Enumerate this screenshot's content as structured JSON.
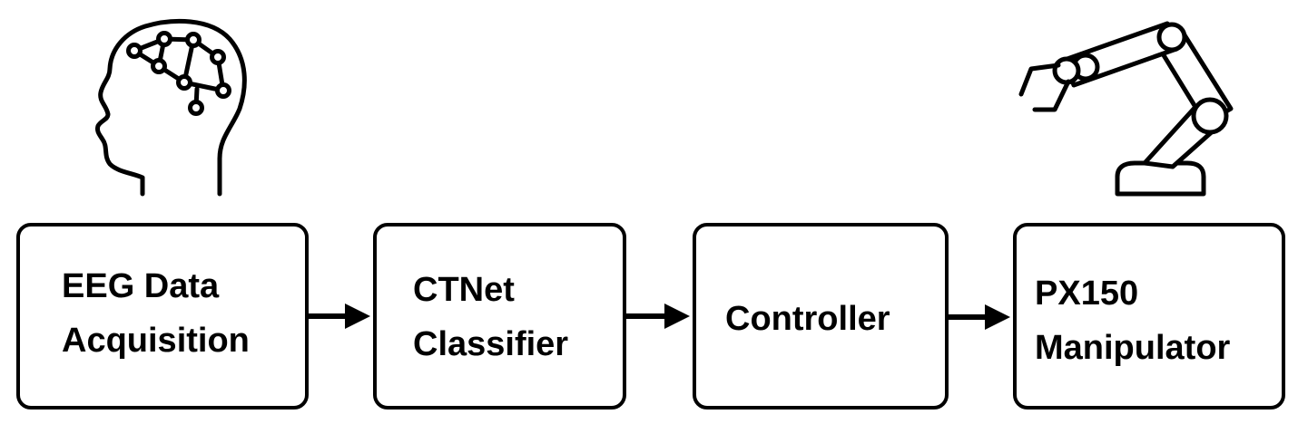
{
  "diagram": {
    "blocks": [
      {
        "lines": [
          "EEG Data",
          "Acquisition"
        ]
      },
      {
        "lines": [
          "CTNet",
          "Classifier"
        ]
      },
      {
        "lines": [
          "Controller"
        ]
      },
      {
        "lines": [
          "PX150",
          "Manipulator"
        ]
      }
    ],
    "icons": {
      "input": "brain-head-icon",
      "output": "robot-arm-icon"
    },
    "colors": {
      "stroke": "#000000",
      "background": "#ffffff"
    }
  }
}
